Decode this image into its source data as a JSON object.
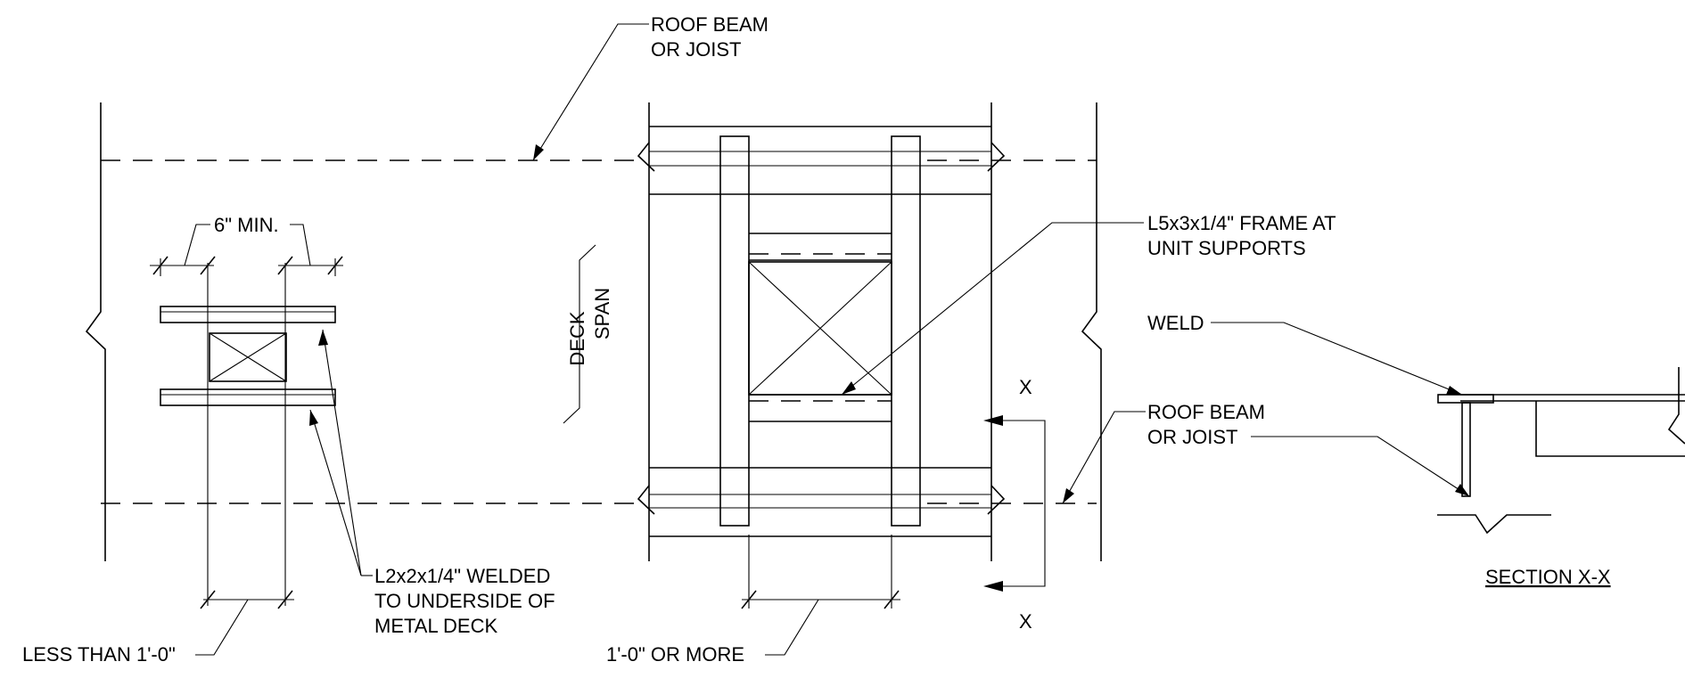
{
  "labels": {
    "roof_beam_top_1": "ROOF BEAM",
    "roof_beam_top_2": "OR JOIST",
    "six_min": "6\" MIN.",
    "deck_span_1": "DECK",
    "deck_span_2": "SPAN",
    "frame_1": "L5x3x1/4\" FRAME AT",
    "frame_2": "UNIT SUPPORTS",
    "weld": "WELD",
    "roof_beam_right_1": "ROOF BEAM",
    "roof_beam_right_2": "OR JOIST",
    "angle_1": "L2x2x1/4\" WELDED",
    "angle_2": "TO UNDERSIDE OF",
    "angle_3": "METAL DECK",
    "less_than": "LESS THAN 1'-0\"",
    "or_more": "1'-0\" OR MORE",
    "section_mark_top": "X",
    "section_mark_bottom": "X",
    "section_title": "SECTION X-X"
  }
}
